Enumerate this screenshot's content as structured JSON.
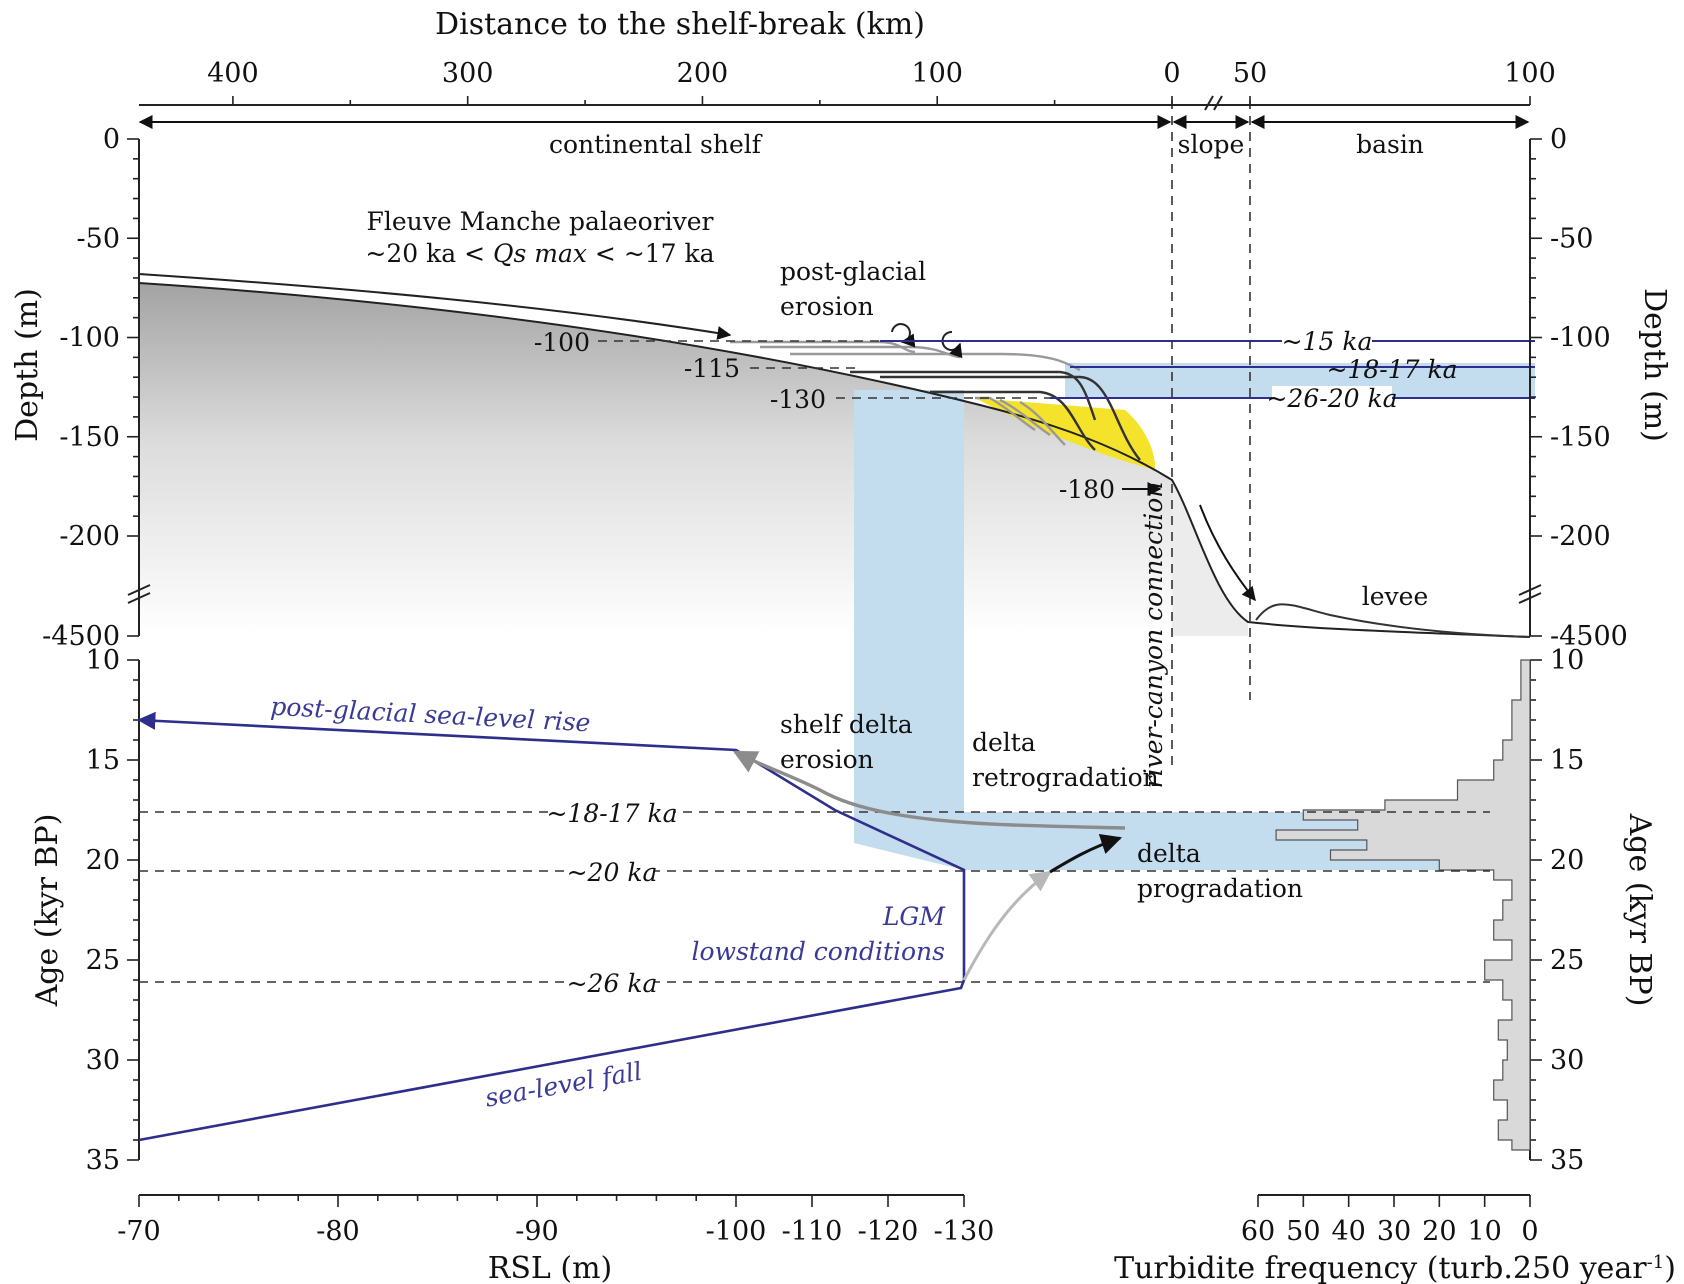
{
  "axes": {
    "top_title": "Distance to the shelf-break (km)",
    "top_ticks_shelf": [
      "400",
      "300",
      "200",
      "100",
      "0"
    ],
    "top_ticks_basin": [
      "50",
      "100"
    ],
    "depth_label": "Depth (m)",
    "depth_ticks": [
      "0",
      "-50",
      "-100",
      "-150",
      "-200",
      "-4500"
    ],
    "age_label": "Age (kyr BP)",
    "age_ticks": [
      "10",
      "15",
      "20",
      "25",
      "30",
      "35"
    ],
    "rsl_label": "RSL (m)",
    "rsl_ticks": [
      "-70",
      "-80",
      "-90",
      "-100",
      "-110",
      "-120",
      "-130"
    ],
    "turb_label": "Turbidite frequency (turb.250 year",
    "turb_label_sup": "-1",
    "turb_label_close": ")",
    "turb_ticks": [
      "60",
      "50",
      "40",
      "30",
      "20",
      "10",
      "0"
    ]
  },
  "regions": {
    "shelf": "continental shelf",
    "slope": "slope",
    "basin": "basin"
  },
  "annotations": {
    "palaeoriver": "Fleuve Manche palaeoriver",
    "qs_pre": "~20 ka < ",
    "qs_q": "Qs max",
    "qs_post": " < ~17 ka",
    "erosion_1": "post-glacial",
    "erosion_2": "erosion",
    "d100": "-100",
    "d115": "-115",
    "d130": "-130",
    "d180": "-180",
    "ka15": "~15 ka",
    "ka1817_top": "~18-17 ka",
    "ka2620": "~26-20 ka",
    "canyon": "river-canyon connection",
    "levee": "levee",
    "sl_rise": "post-glacial sea-level rise",
    "shelf_erosion_1": "shelf delta",
    "shelf_erosion_2": "erosion",
    "retro_1": "delta",
    "retro_2": "retrogradation",
    "prog_1": "delta",
    "prog_2": "progradation",
    "ka1817": "~18-17 ka",
    "ka20": "~20 ka",
    "ka26": "~26 ka",
    "lgm_1": "LGM",
    "lgm_2": "lowstand conditions",
    "sl_fall": "sea-level fall"
  },
  "chart_data": {
    "type": "line",
    "title": "",
    "xlabel": "RSL (m)",
    "ylabel": "Age (kyr BP)",
    "xlim": [
      -70,
      -130
    ],
    "ylim": [
      10,
      35
    ],
    "series": [
      {
        "name": "",
        "x": [
          -70,
          -129.6,
          -130,
          -130,
          -113,
          -100,
          -70
        ],
        "y": [
          34,
          26.4,
          26,
          20.5,
          17.5,
          14.5,
          13
        ]
      }
    ],
    "turbidite_frequency": {
      "xlabel": "Turbidite frequency (turb.250 year-1)",
      "xlim": [
        60,
        0
      ],
      "age": [
        10,
        12,
        14,
        15,
        16,
        17,
        17.5,
        18,
        18.5,
        19,
        19.5,
        20,
        20.5,
        21,
        22,
        23,
        24,
        25,
        26,
        27,
        28,
        29,
        30,
        31,
        32,
        33,
        34
      ],
      "frequency": [
        2,
        4,
        6,
        8,
        16,
        32,
        50,
        38,
        56,
        36,
        44,
        20,
        8,
        4,
        6,
        8,
        4,
        10,
        6,
        4,
        7,
        5,
        6,
        8,
        5,
        7,
        4
      ]
    },
    "colors": {
      "rsl_curve": "#2e2e8c",
      "blue_band": "#c3dcee",
      "yellow_deposit": "#f4e32a",
      "turbidite_fill": "#d9d9d9"
    }
  }
}
